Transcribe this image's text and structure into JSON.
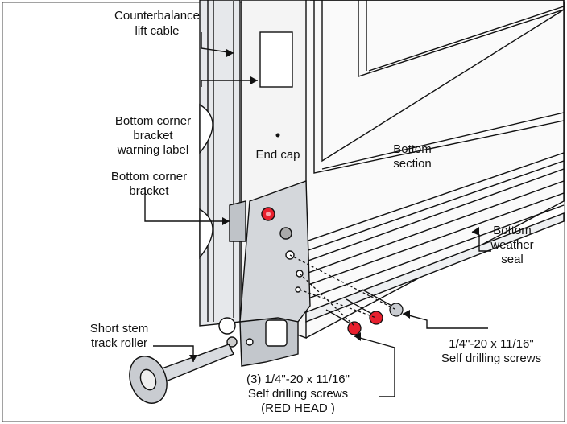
{
  "labels": {
    "lift_cable": [
      "Counterbalance",
      "lift cable"
    ],
    "warning_label": [
      "Bottom corner",
      "bracket",
      "warning label"
    ],
    "end_cap": [
      "End cap"
    ],
    "bottom_section": [
      "Bottom",
      "section"
    ],
    "corner_bracket": [
      "Bottom corner",
      "bracket"
    ],
    "weather_seal": [
      "Bottom",
      "weather",
      "seal"
    ],
    "screws_right": [
      "1/4\"-20 x 11/16\"",
      "Self drilling screws"
    ],
    "track_roller": [
      "Short stem",
      "track roller"
    ],
    "screws_red": [
      "(3) 1/4\"-20 x 11/16\"",
      "Self drilling screws",
      "(RED HEAD )"
    ]
  },
  "colors": {
    "red_head": "#e8202e",
    "steel": "#c9ccd1",
    "line": "#111111",
    "panel": "#ffffff"
  }
}
